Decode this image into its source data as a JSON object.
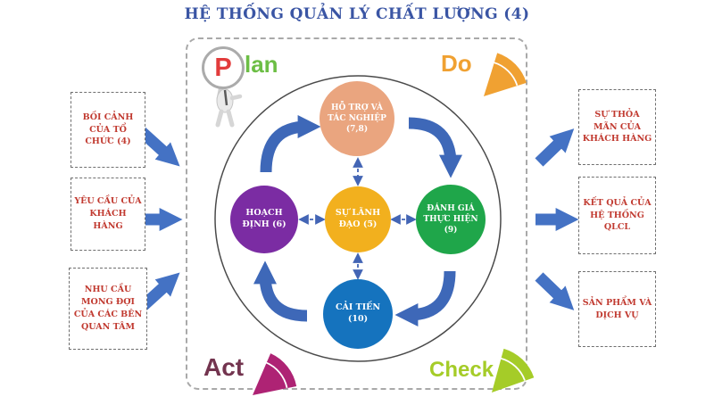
{
  "title": {
    "text": "HỆ THỐNG QUẢN LÝ CHẤT LƯỢNG (4)",
    "color": "#3A55A4"
  },
  "left_boxes": [
    {
      "label": "BỐI CẢNH CỦA TỔ CHỨC (4)"
    },
    {
      "label": "YÊU CẦU CỦA KHÁCH HÀNG"
    },
    {
      "label": "NHU CẦU MONG ĐỢI CỦA CÁC BÊN QUAN TÂM"
    }
  ],
  "right_boxes": [
    {
      "label": "SỰ THỎA MÃN CỦA KHÁCH HÀNG"
    },
    {
      "label": "KẾT QUẢ CỦA HỆ THỐNG QLCL"
    },
    {
      "label": "SẢN PHẨM VÀ DỊCH VỤ"
    }
  ],
  "cycle_nodes": {
    "support": {
      "label": "HỖ TRỢ VÀ TÁC NGHIỆP (7,8)",
      "color": "#EAA57F"
    },
    "planning": {
      "label": "HOẠCH ĐỊNH (6)",
      "color": "#7B2CA3"
    },
    "leadership": {
      "label": "SỰ LÃNH ĐẠO (5)",
      "color": "#F2B01E"
    },
    "evaluation": {
      "label": "ĐÁNH GIÁ THỰC HIỆN (9)",
      "color": "#1FA64A"
    },
    "improvement": {
      "label": "CẢI TIẾN (10)",
      "color": "#1573BE"
    }
  },
  "pdca": {
    "plan": {
      "label_p": "P",
      "label_rest": "lan",
      "p_color": "#E23B3B",
      "rest_color": "#6CBE45"
    },
    "do": {
      "label": "Do",
      "color": "#F0A132"
    },
    "check": {
      "label": "Check",
      "color": "#A5CC28"
    },
    "act": {
      "label": "Act",
      "text_color": "#73344F",
      "fan_color": "#AE2374"
    }
  },
  "colors": {
    "side_arrow_blue": "#4472C4",
    "curve_arrow_blue": "#3E68B8",
    "connector_blue": "#4365B5",
    "box_text_red": "#C13A30",
    "frame_dash_gray": "#A9A9A9"
  }
}
